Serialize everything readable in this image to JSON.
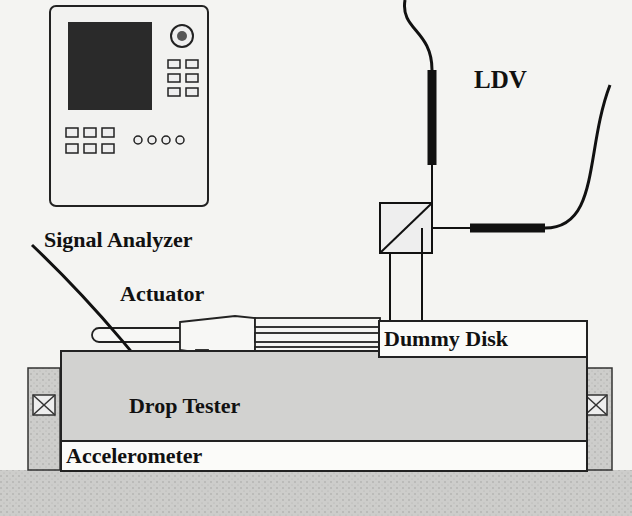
{
  "diagram": {
    "nodes": [
      {
        "text": [
          "Signal Analyzer"
        ]
      },
      {
        "text": [
          "Dummy Disk"
        ]
      },
      {
        "text": [
          "Drop Tester"
        ]
      },
      {
        "text": [
          "Accelerometer"
        ]
      }
    ],
    "labels": [
      "LDV",
      "Actuator"
    ]
  }
}
